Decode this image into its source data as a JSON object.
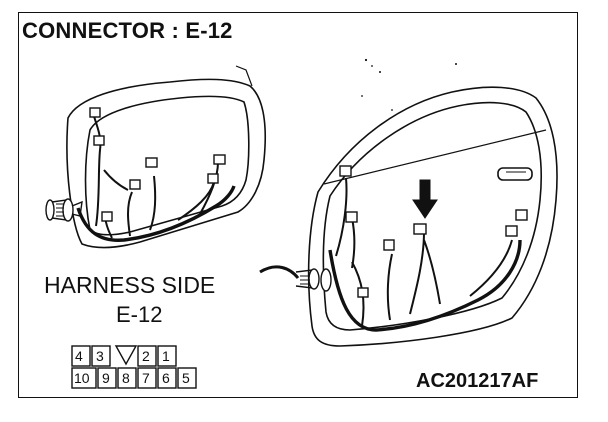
{
  "title": "CONNECTOR : E-12",
  "harness_side_label": "HARNESS SIDE",
  "connector_id": "E-12",
  "figure_ref": "AC201217AF",
  "connector_pins": {
    "top_row": [
      "4",
      "3",
      "",
      "2",
      "1"
    ],
    "bottom_row": [
      "10",
      "9",
      "8",
      "7",
      "6",
      "5"
    ]
  }
}
